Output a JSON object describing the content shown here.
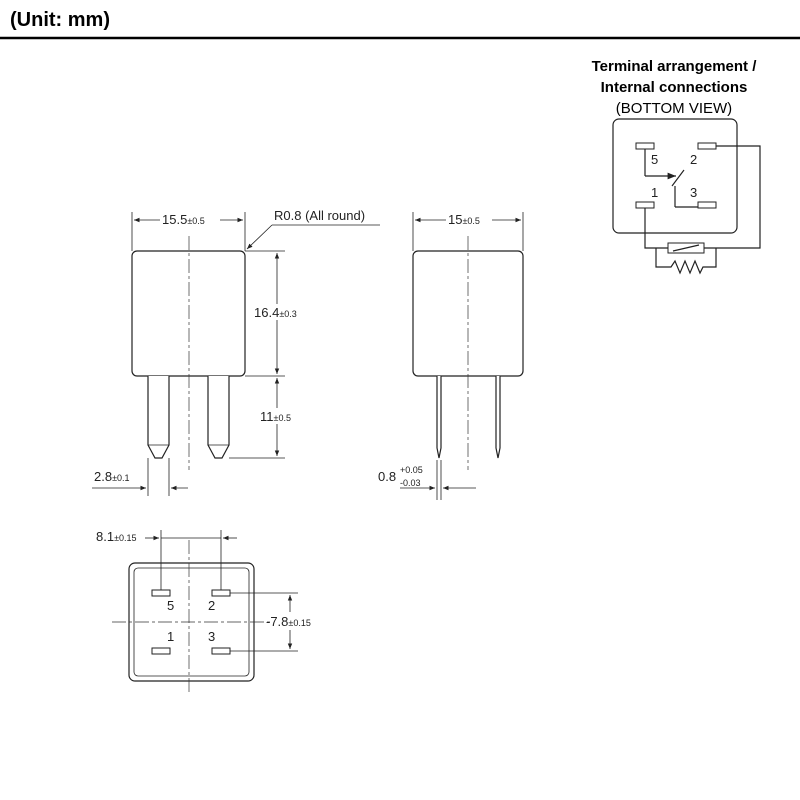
{
  "unit_label": "(Unit: mm)",
  "side_view": {
    "width": "15.5",
    "width_tol": "±0.5",
    "radius_note": "R0.8 (All round)",
    "height": "16.4",
    "height_tol": "±0.3",
    "pin_length": "11",
    "pin_length_tol": "±0.5",
    "pin_width": "2.8",
    "pin_width_tol": "±0.1"
  },
  "front_view": {
    "width": "15",
    "width_tol": "±0.5",
    "pin_thickness": "0.8",
    "pin_thickness_tol_plus": "+0.05",
    "pin_thickness_tol_minus": "-0.03"
  },
  "bottom_view": {
    "pitch_x": "8.1",
    "pitch_x_tol": "±0.15",
    "pitch_y": "-7.8",
    "pitch_y_tol": "±0.15",
    "terminals": [
      "5",
      "2",
      "1",
      "3"
    ]
  },
  "schematic": {
    "title_line1": "Terminal arrangement /",
    "title_line2": "Internal connections",
    "title_line3": "(BOTTOM VIEW)",
    "terminals": [
      "5",
      "2",
      "1",
      "3"
    ]
  }
}
